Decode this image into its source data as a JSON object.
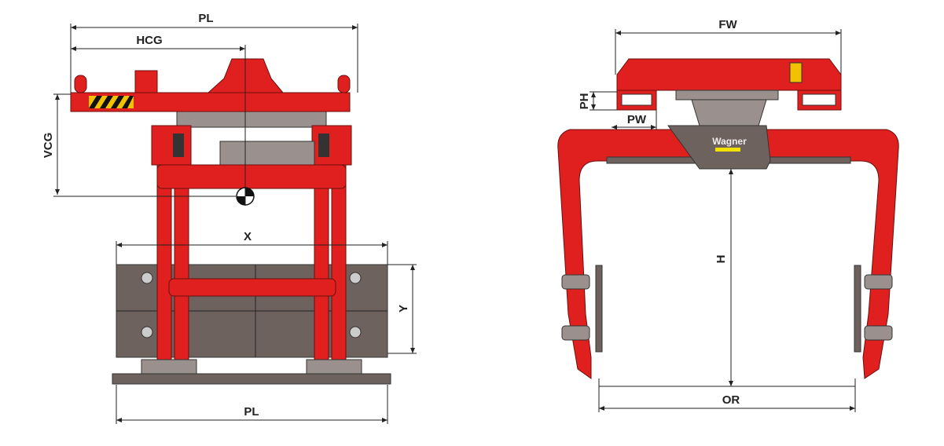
{
  "left_view": {
    "labels": {
      "pl_top": "PL",
      "hcg": "HCG",
      "vcg": "VCG",
      "x": "X",
      "y": "Y",
      "pl_bottom": "PL"
    }
  },
  "right_view": {
    "labels": {
      "fw": "FW",
      "ph": "PH",
      "pw": "PW",
      "h": "H",
      "or": "OR"
    },
    "logo_text": "Wagner"
  },
  "colors": {
    "frame": "#e0201e",
    "load": "#6e625f"
  }
}
